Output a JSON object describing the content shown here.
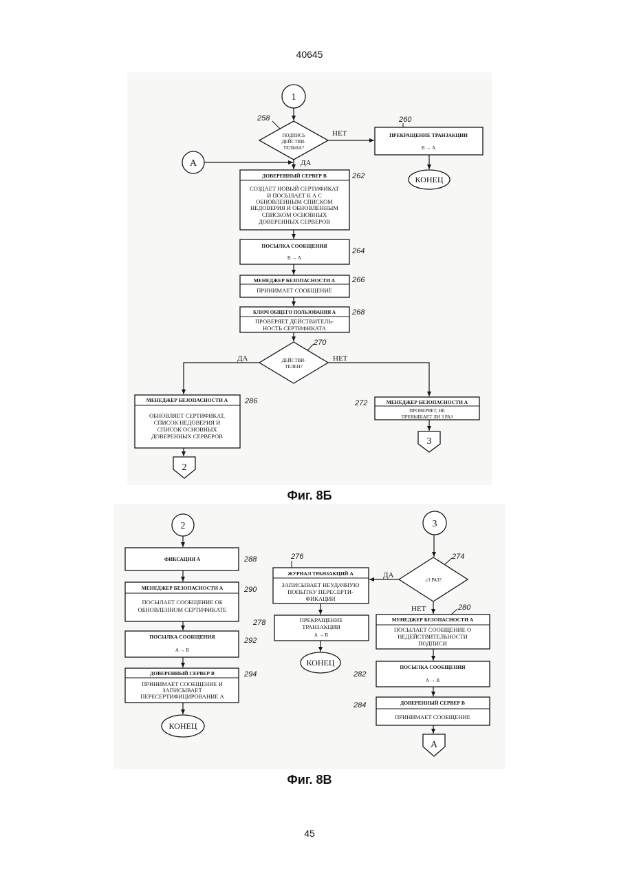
{
  "document": {
    "patent_number": "40645",
    "page_number": "45"
  },
  "fig_8b": {
    "caption": "Фиг. 8Б",
    "connector_start": "1",
    "connector_entry": "А",
    "connector_exit_yes": "2",
    "connector_exit_no": "3",
    "decision_258": {
      "ref": "258",
      "lines": [
        "ПОДПИСЬ",
        "ДЕЙСТВИ-",
        "ТЕЛЬНА?"
      ],
      "yes": "ДА",
      "no": "НЕТ"
    },
    "block_260": {
      "ref": "260",
      "title": "ПРЕКРАЩЕНИЕ ТРАНЗАКЦИИ",
      "detail": "В → А"
    },
    "end_260": "КОНЕЦ",
    "block_262": {
      "ref": "262",
      "header": "ДОВЕРЕННЫЙ СЕРВЕР В",
      "lines": [
        "СОЗДАЕТ НОВЫЙ СЕРТИФИКАТ",
        "И ПОСЫЛАЕТ К А С",
        "ОБНОВЛЕННЫМ СПИСКОМ",
        "НЕДОВЕРИЯ И ОБНОВЛЕННЫМ",
        "СПИСКОМ ОСНОВНЫХ",
        "ДОВЕРЕННЫХ СЕРВЕРОВ"
      ]
    },
    "block_264": {
      "ref": "264",
      "title": "ПОСЫЛКА СООБЩЕНИЯ",
      "detail": "В → А"
    },
    "block_266": {
      "ref": "266",
      "header": "МЕНЕДЖЕР БЕЗОПАСНОСТИ А",
      "lines": [
        "ПРИНИМАЕТ СООБЩЕНИЕ"
      ]
    },
    "block_268": {
      "ref": "268",
      "header": "КЛЮЧ ОБЩЕГО ПОЛЬЗОВАНИЯ А",
      "lines": [
        "ПРОВЕРЯЕТ ДЕЙСТВИТЕЛЬ-",
        "НОСТЬ СЕРТИФИКАТА"
      ]
    },
    "decision_270": {
      "ref": "270",
      "lines": [
        "ДЕЙСТВИ-",
        "ТЕЛЕН?"
      ],
      "yes": "ДА",
      "no": "НЕТ"
    },
    "block_286": {
      "ref": "286",
      "header": "МЕНЕДЖЕР БЕЗОПАСНОСТИ А",
      "lines": [
        "ОБНОВЛЯЕТ СЕРТИФИКАТ,",
        "СПИСОК НЕДОВЕРИЯ И",
        "СПИСОК ОСНОВНЫХ",
        "ДОВЕРЕННЫХ СЕРВЕРОВ"
      ]
    },
    "block_272": {
      "ref": "272",
      "header": "МЕНЕДЖЕР БЕЗОПАСНОСТИ А",
      "lines": [
        "ПРОВЕРЯЕТ, НЕ",
        "ПРЕВЫШАЕТ ЛИ 3 РАЗ"
      ]
    }
  },
  "fig_8v": {
    "caption": "Фиг. 8В",
    "connector_start_2": "2",
    "connector_start_3": "3",
    "connector_exit": "А",
    "block_288": {
      "ref": "288",
      "title": "ФИКСАЦИЯ А"
    },
    "block_290": {
      "ref": "290",
      "header": "МЕНЕДЖЕР БЕЗОПАСНОСТИ А",
      "lines": [
        "ПОСЫЛАЕТ СООБЩЕНИЕ ОБ",
        "ОБНОВЛЕННОМ СЕРТИФИКАТЕ"
      ]
    },
    "block_292": {
      "ref": "292",
      "title": "ПОСЫЛКА СООБЩЕНИЯ",
      "detail": "А → В"
    },
    "block_294": {
      "ref": "294",
      "header": "ДОВЕРЕННЫЙ СЕРВЕР В",
      "lines": [
        "ПРИНИМАЕТ СООБЩЕНИЕ И",
        "ЗАПИСЫВАЕТ",
        "ПЕРЕСЕРТИФИЦИРОВАНИЕ А"
      ]
    },
    "end_294": "КОНЕЦ",
    "decision_274": {
      "ref": "274",
      "text": "≥3 РАЗ?",
      "yes": "ДА",
      "no": "НЕТ"
    },
    "block_276": {
      "ref": "276",
      "header": "ЖУРНАЛ ТРАНЗАКЦИЙ А",
      "lines": [
        "ЗАПИСЫВАЕТ НЕУДАЧНУЮ",
        "ПОПЫТКУ ПЕРЕСЕРТИ-",
        "ФИКАЦИИ"
      ]
    },
    "block_278": {
      "ref": "278",
      "lines": [
        "ПРЕКРАЩЕНИЕ",
        "ТРАНЗАКЦИИ",
        "А → В"
      ]
    },
    "end_278": "КОНЕЦ",
    "block_280": {
      "ref": "280",
      "header": "МЕНЕДЖЕР БЕЗОПАСНОСТИ А",
      "lines": [
        "ПОСЫЛАЕТ СООБЩЕНИЕ О",
        "НЕДЕЙСТВИТЕЛЬНОСТИ",
        "ПОДПИСИ"
      ]
    },
    "block_282": {
      "ref": "282",
      "title": "ПОСЫЛКА СООБЩЕНИЯ",
      "detail": "А → В"
    },
    "block_284": {
      "ref": "284",
      "header": "ДОВЕРЕННЫЙ СЕРВЕР В",
      "lines": [
        "ПРИНИМАЕТ СООБЩЕНИЕ"
      ]
    }
  }
}
